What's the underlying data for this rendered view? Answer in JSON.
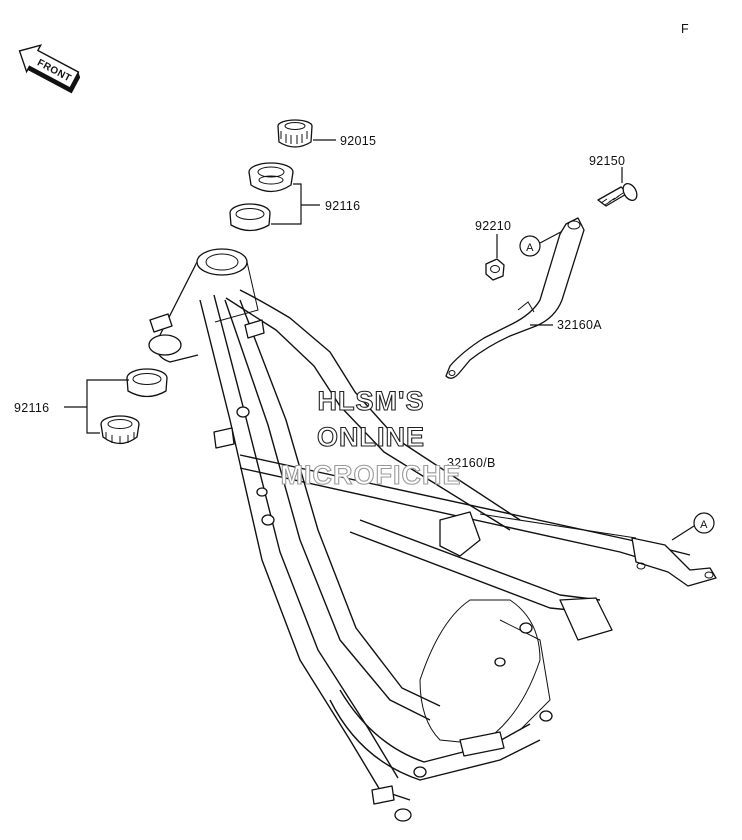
{
  "page_letter": "F",
  "front_badge": "FRONT",
  "watermark": [
    "HLSM'S",
    "ONLINE",
    "MICROFICHE"
  ],
  "ref_marker": "A",
  "labels": {
    "nut_92015": "92015",
    "race_92116_top": "92116",
    "bolt_92150": "92150",
    "nut_92210": "92210",
    "stay_32160A": "32160A",
    "race_92116_left": "92116",
    "frame_32160B": "32160/B"
  },
  "icons": [
    "front-arrow-icon"
  ]
}
